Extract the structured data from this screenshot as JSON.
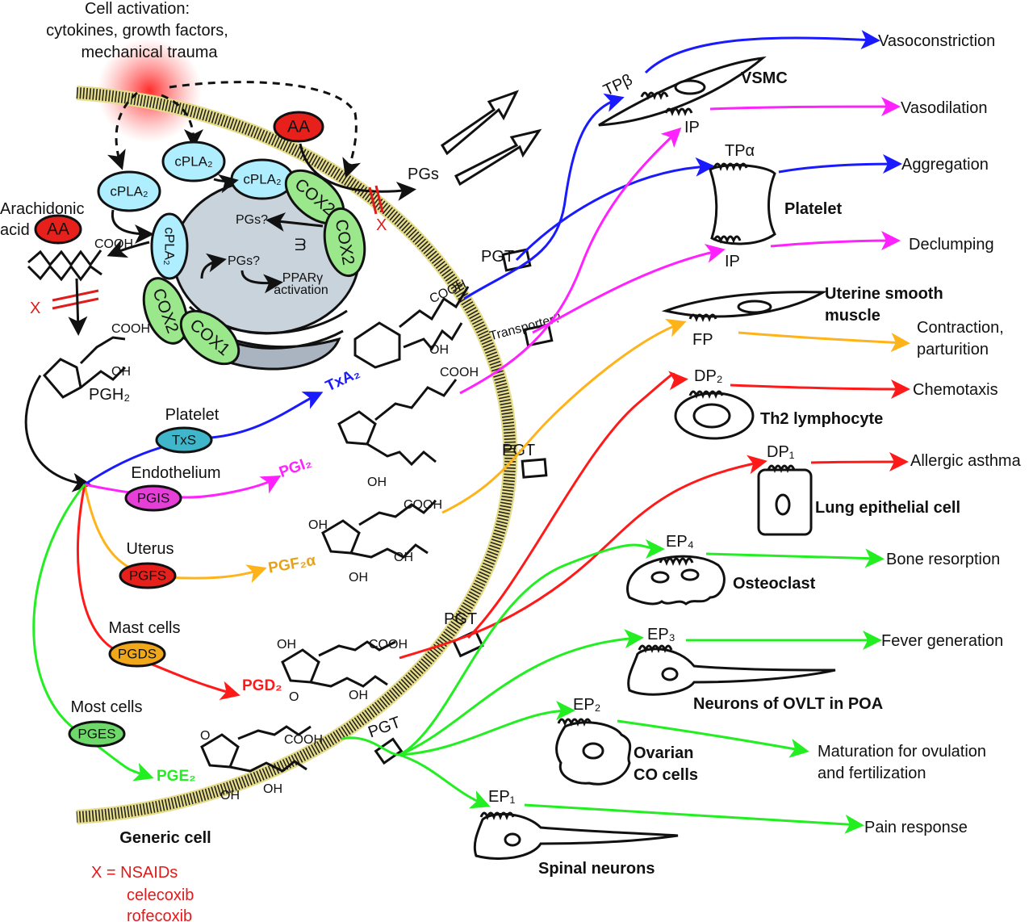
{
  "colors": {
    "txa2_pathway": "#1a1aff",
    "pgi2_pathway": "#ff22ff",
    "pgf2a_pathway": "#ffb31a",
    "pgd2_pathway": "#ff1a1a",
    "pge2_pathway": "#22ee22",
    "cpla2_fill": "#aeeeff",
    "cox_fill": "#9be88c",
    "aa_fill": "#e8201c",
    "nucleus_fill": "#c9d3dc",
    "nsaid_red": "#e01b1b"
  },
  "activation": {
    "line1": "Cell activation:",
    "line2": "cytokines, growth factors,",
    "line3": "mechanical trauma"
  },
  "generic_cell": {
    "label": "Generic cell",
    "aa": "AA",
    "cpla2": "cPLA₂",
    "cox2": "COX2",
    "cox1": "COX1",
    "pgs_question": "PGs?",
    "ppar_line1": "PPARγ",
    "ppar_line2": "activation",
    "pgs": "PGs",
    "inhibit_mark": "X",
    "arachidonic_line1": "Arachidonic",
    "arachidonic_line2": "acid",
    "cooh": "COOH",
    "oh": "OH",
    "o": "O",
    "pgh2": "PGH₂",
    "pgt": "PGT",
    "transporter": "Transporter?"
  },
  "synthases": [
    {
      "tissue": "Platelet",
      "enzyme": "TxS",
      "product": "TxA₂",
      "fill": "#3fb6c9"
    },
    {
      "tissue": "Endothelium",
      "enzyme": "PGIS",
      "product": "PGI₂",
      "fill": "#e53fd8"
    },
    {
      "tissue": "Uterus",
      "enzyme": "PGFS",
      "product": "PGF₂α",
      "fill": "#e8201c"
    },
    {
      "tissue": "Mast cells",
      "enzyme": "PGDS",
      "product": "PGD₂",
      "fill": "#f0a81a"
    },
    {
      "tissue": "Most cells",
      "enzyme": "PGES",
      "product": "PGE₂",
      "fill": "#6fd86a"
    }
  ],
  "legend": {
    "nsaids": "X = NSAIDs",
    "drug1": "celecoxib",
    "drug2": "rofecoxib"
  },
  "targets": {
    "vsmc": {
      "cell": "VSMC",
      "receptor1": "TPβ",
      "receptor2": "IP",
      "effect1": "Vasoconstriction",
      "effect2": "Vasodilation"
    },
    "platelet": {
      "cell": "Platelet",
      "receptor1": "TPα",
      "receptor2": "IP",
      "effect1": "Aggregation",
      "effect2": "Declumping"
    },
    "uterine": {
      "cell_line1": "Uterine smooth",
      "cell_line2": "muscle",
      "receptor": "FP",
      "effect_line1": "Contraction,",
      "effect_line2": "parturition"
    },
    "th2": {
      "cell": "Th2  lymphocyte",
      "receptor": "DP₂",
      "effect": "Chemotaxis"
    },
    "lung": {
      "cell": "Lung epithelial cell",
      "receptor": "DP₁",
      "effect": "Allergic asthma"
    },
    "osteoclast": {
      "cell": "Osteoclast",
      "receptor": "EP₄",
      "effect": "Bone resorption"
    },
    "ovlt": {
      "cell": "Neurons of OVLT in POA",
      "receptor": "EP₃",
      "effect": "Fever generation"
    },
    "ovarian": {
      "cell_line1": "Ovarian",
      "cell_line2": "CO cells",
      "receptor": "EP₂",
      "effect_line1": "Maturation for ovulation",
      "effect_line2": "and fertilization"
    },
    "spinal": {
      "cell": "Spinal neurons",
      "receptor": "EP₁",
      "effect": "Pain response"
    }
  }
}
